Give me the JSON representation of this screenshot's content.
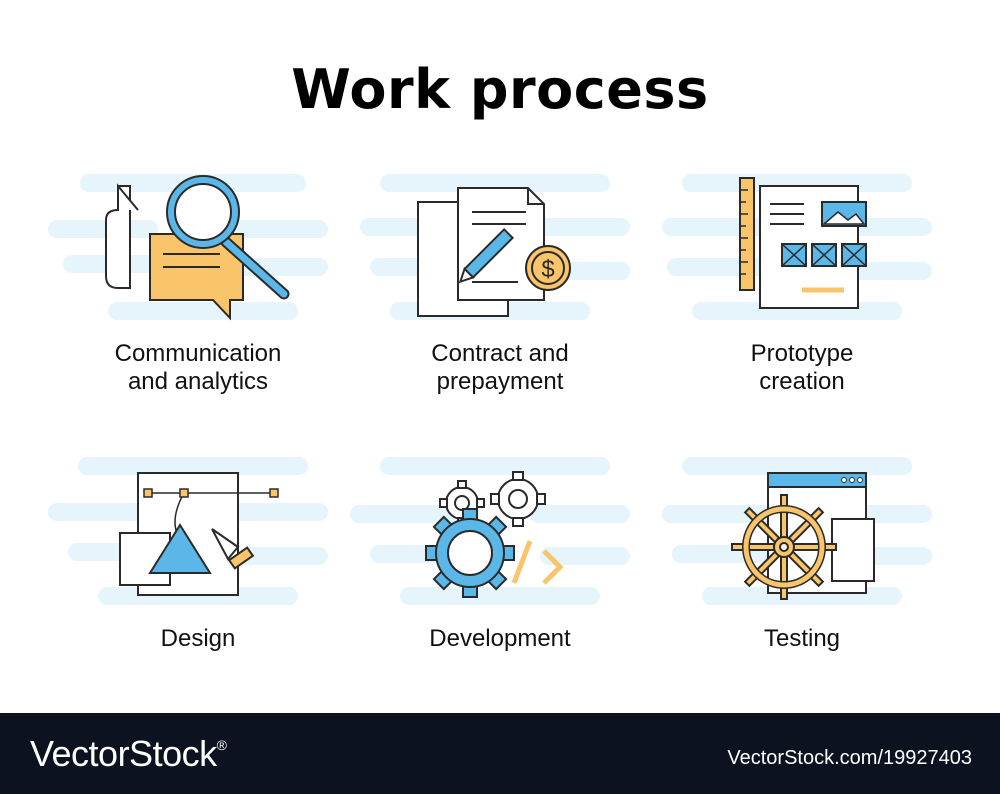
{
  "title": "Work process",
  "colors": {
    "outline": "#2a2a2a",
    "accent_blue": "#5bb7e8",
    "accent_orange": "#f9c46a",
    "cloud": "#e6f4fb",
    "footer_bg": "#0c1220"
  },
  "steps": [
    {
      "label_line1": "Communication",
      "label_line2": "and analytics",
      "icon": "chat-magnifier-icon"
    },
    {
      "label_line1": "Contract and",
      "label_line2": "prepayment",
      "icon": "contract-coin-icon"
    },
    {
      "label_line1": "Prototype",
      "label_line2": "creation",
      "icon": "wireframe-ruler-icon"
    },
    {
      "label_line1": "Design",
      "label_line2": "",
      "icon": "vector-pen-icon"
    },
    {
      "label_line1": "Development",
      "label_line2": "",
      "icon": "gears-code-icon"
    },
    {
      "label_line1": "Testing",
      "label_line2": "",
      "icon": "helm-window-icon"
    }
  ],
  "footer": {
    "brand": "VectorStock",
    "registered": "®",
    "credit": "VectorStock.com/19927403"
  }
}
